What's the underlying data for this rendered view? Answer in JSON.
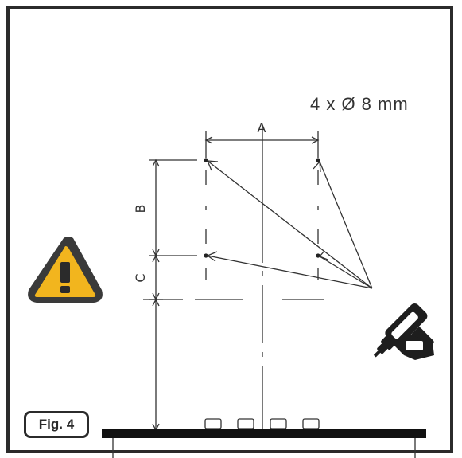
{
  "figure": {
    "label": "Fig. 4",
    "hole_spec": "4 x Ø 8 mm",
    "dimensions": {
      "a": "A",
      "b": "B",
      "c": "C"
    }
  },
  "icons": {
    "warning": "warning-triangle-icon",
    "drill": "power-drill-icon"
  },
  "colors": {
    "frame": "#2b2b2b",
    "warning_fill": "#f2b51e",
    "warning_border": "#3a3a3a",
    "line": "#333333"
  }
}
